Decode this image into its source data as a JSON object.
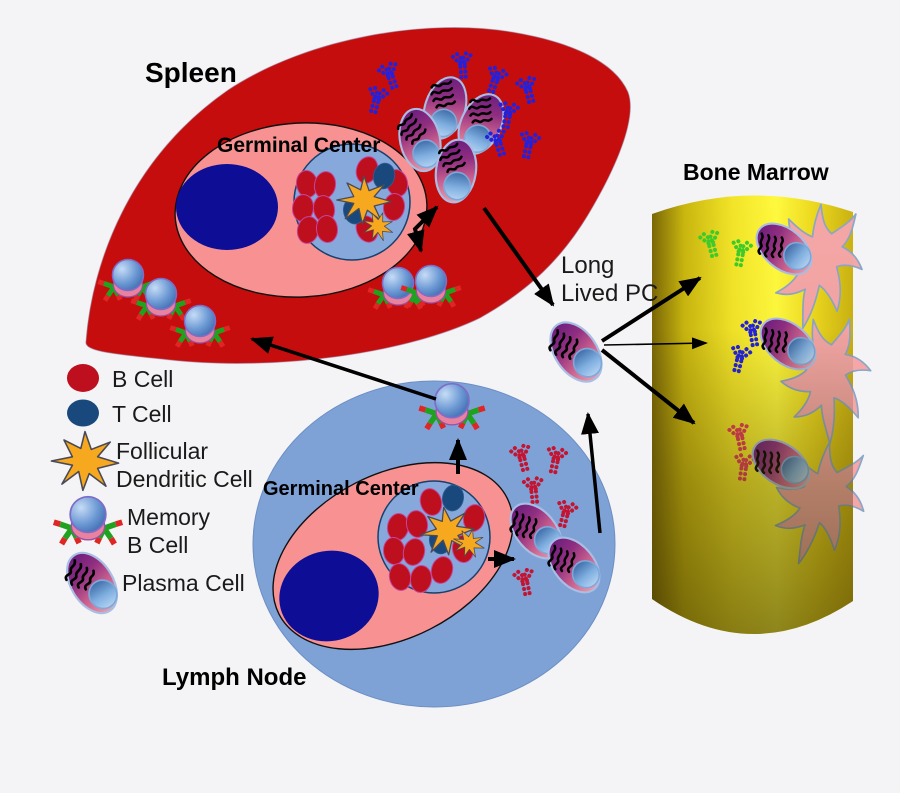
{
  "labels": {
    "spleen": "Spleen",
    "spleen_germinal_center": "Germinal Center",
    "bone_marrow": "Bone Marrow",
    "lymph_germinal_center": "Germinal Center",
    "lymph_node": "Lymph Node",
    "long_lived_pc_line1": "Long",
    "long_lived_pc_line2": "Lived PC"
  },
  "legend": {
    "items": [
      {
        "id": "b-cell",
        "label": "B Cell"
      },
      {
        "id": "t-cell",
        "label": "T Cell"
      },
      {
        "id": "follicular-dendritic-cell",
        "label": "Follicular Dendritic Cell",
        "lines": [
          "Follicular",
          "Dendritic Cell"
        ]
      },
      {
        "id": "memory-b-cell",
        "label": "Memory B Cell",
        "lines": [
          "Memory",
          "B Cell"
        ]
      },
      {
        "id": "plasma-cell",
        "label": "Plasma Cell"
      }
    ]
  },
  "colors": {
    "background": "#f4f4f6",
    "spleen_red": "#c60d0d",
    "germinal_mantle_pink": "#f89292",
    "lymph_node_blue": "#7ea2d6",
    "germinal_center_blue": "#86a8da",
    "t_zone_navy": "#0d0d96",
    "b_cell_red": "#be0f1e",
    "t_cell_navy": "#19497c",
    "fdc_orange": "#f6a81e",
    "plasma_purple": "#6b1c7e",
    "plasma_pink": "#f2a4ae",
    "nucleus_blue": "#4172b0",
    "bone_marrow_yellow": "#fff93e",
    "bone_marrow_dark": "#7a6706",
    "stromal_pink": "#f5a6a6",
    "antibody_blue": "#2222dd",
    "antibody_green": "#3ecc2a",
    "antibody_red": "#c31432",
    "antibody_pink_red": "#e43a5c",
    "memory_sphere_blue": "#3a66ac",
    "memory_rim_pink": "#e8829e",
    "receptor_green": "#1fa31f",
    "receptor_red": "#e02525",
    "arrow_black": "#000000"
  }
}
